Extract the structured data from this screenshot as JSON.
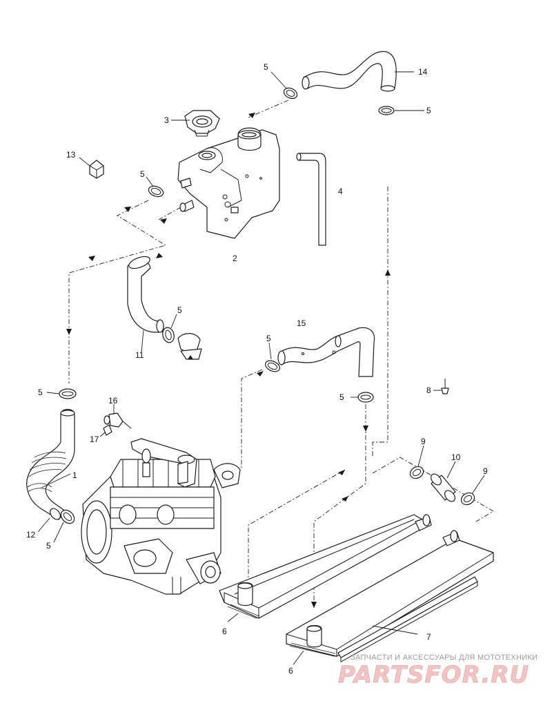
{
  "diagram": {
    "callouts": [
      "1",
      "2",
      "3",
      "4",
      "5",
      "6",
      "7",
      "8",
      "9",
      "10",
      "11",
      "12",
      "13",
      "14",
      "15",
      "16",
      "17"
    ],
    "label_tags": {
      "part1": "1",
      "part2": "2",
      "part3": "3",
      "part4": "4",
      "clamp": "5",
      "radiator": "6",
      "rail": "7",
      "part8": "8",
      "clamp9": "9",
      "part10": "10",
      "part11": "11",
      "part12": "12",
      "part13": "13",
      "part14": "14",
      "part15": "15",
      "part16": "16",
      "part17": "17"
    }
  },
  "watermark": {
    "tagline": "ЗАПЧАСТИ И АКСЕССУАРЫ ДЛЯ МОТОТЕХНИКИ",
    "logo": "PARTSFOR.RU"
  },
  "colors": {
    "line": "#1a1a1a",
    "watermark_logo": "#e39a9a",
    "watermark_text": "#9a9a9a"
  }
}
